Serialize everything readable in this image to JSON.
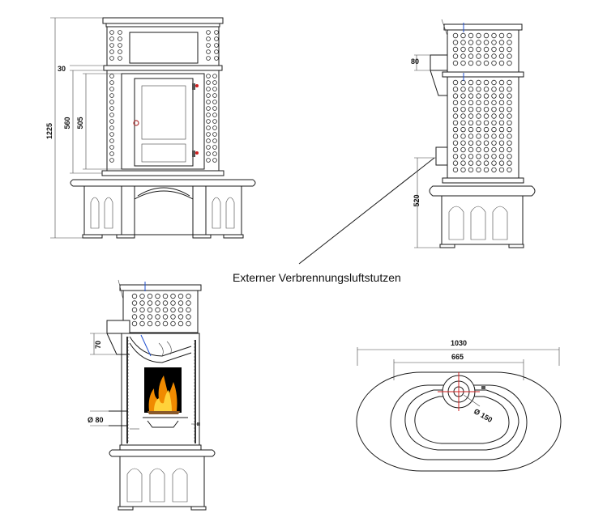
{
  "front_view": {
    "dimensions": {
      "height_total": "1225",
      "height_door": "560",
      "height_inner": "505",
      "top_offset": "30"
    }
  },
  "side_view": {
    "dimensions": {
      "connector_height": "80",
      "inlet_height": "520"
    }
  },
  "section_view": {
    "dimensions": {
      "top_gap": "70",
      "pipe_diameter": "Ø 80"
    }
  },
  "plan_view": {
    "dimensions": {
      "outer_width": "1030",
      "inner_width": "665",
      "flue_diameter": "Ø 150"
    }
  },
  "annotation": {
    "external_air_inlet": "Externer Verbrennungsluftstutzen"
  },
  "colors": {
    "line": "#1a1a1a",
    "red_mark": "#d02020",
    "blue_mark": "#2050d0",
    "fire_orange": "#f08a00"
  }
}
